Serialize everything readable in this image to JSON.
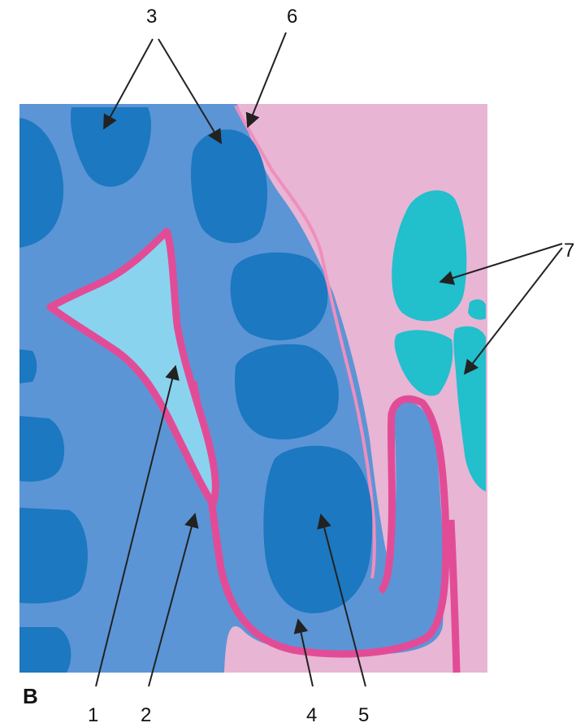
{
  "figure": {
    "panel_letter": "B",
    "callouts": {
      "c1": "1",
      "c2": "2",
      "c3": "3",
      "c4": "4",
      "c5": "5",
      "c6": "6",
      "c7": "7"
    }
  },
  "colors": {
    "tissue_blue": "#5b95d6",
    "nodule_dark_blue": "#1c78c0",
    "lumen_light_blue": "#8ad3ef",
    "membrane_magenta": "#e24c97",
    "outer_pink": "#e8b5d4",
    "thin_line_pink": "#ee8fbd",
    "cyan_cluster": "#22bfcd",
    "arrow": "#222222"
  }
}
